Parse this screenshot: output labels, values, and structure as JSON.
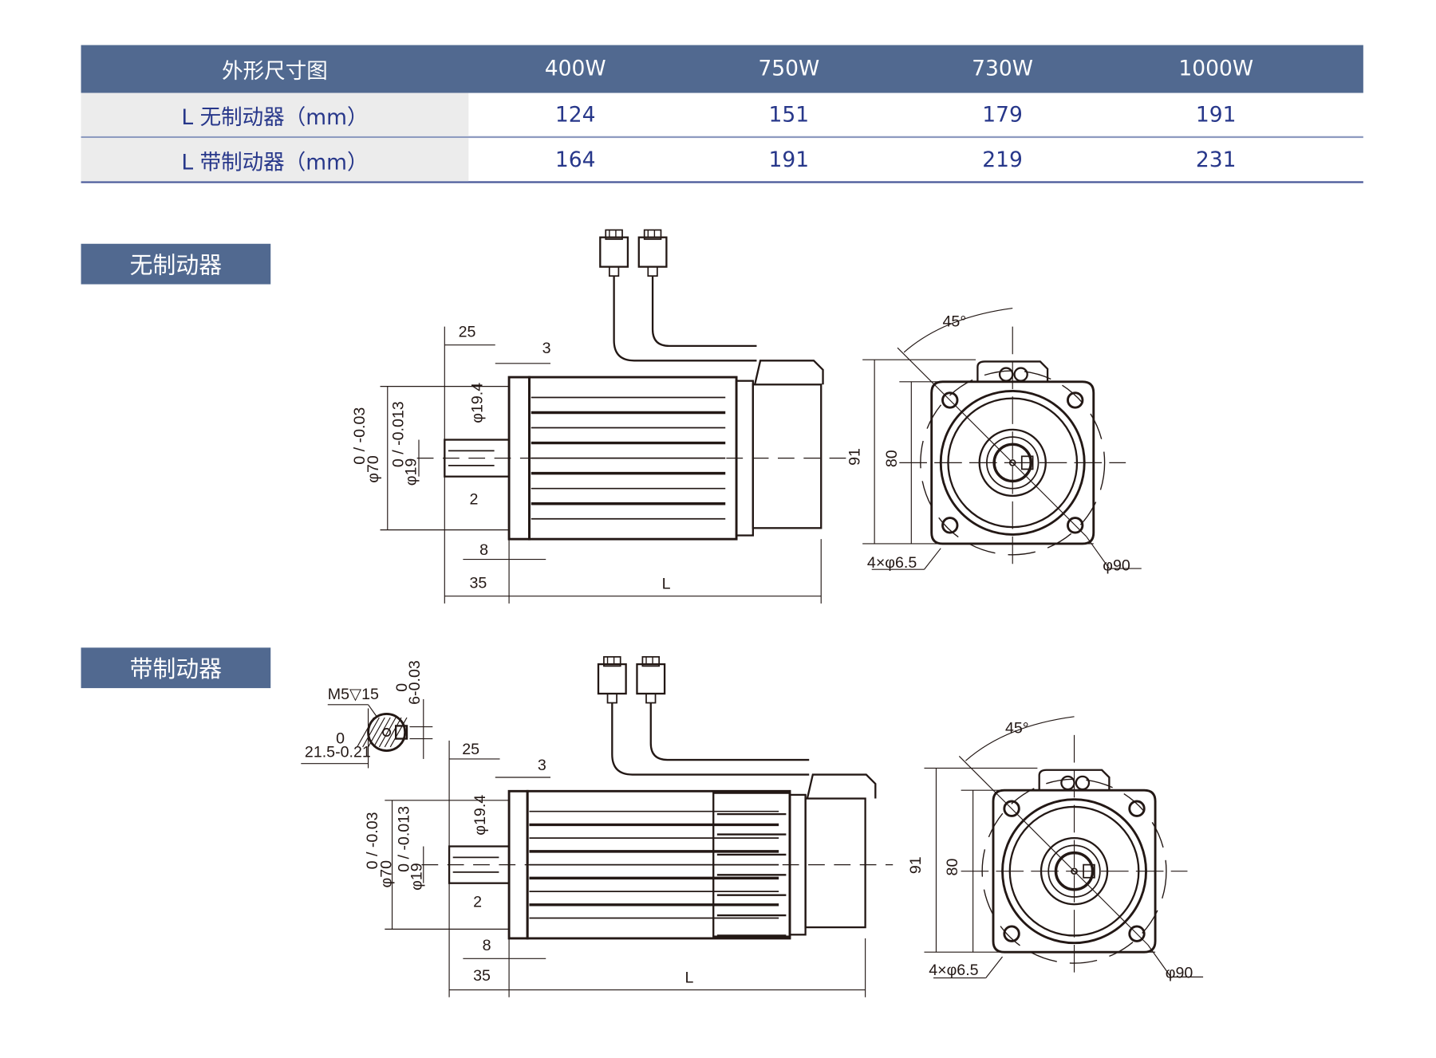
{
  "table": {
    "header": [
      "外形尺寸图",
      "400W",
      "750W",
      "730W",
      "1000W"
    ],
    "rows": [
      {
        "label": "L 无制动器（mm）",
        "values": [
          "124",
          "151",
          "179",
          "191"
        ]
      },
      {
        "label": "L 带制动器（mm）",
        "values": [
          "164",
          "191",
          "219",
          "231"
        ]
      }
    ]
  },
  "sections": {
    "no_brake": "无制动器",
    "with_brake": "带制动器"
  },
  "dims": {
    "d25": "25",
    "d3": "3",
    "d194": "φ19.4",
    "d70": "φ70",
    "d70tol": "0 / -0.03",
    "d19": "φ19",
    "d19tol": "0 / -0.013",
    "d2": "2",
    "d8": "8",
    "d35": "35",
    "L": "L",
    "d91": "91",
    "d80": "80",
    "angle": "45°",
    "holes": "4×φ6.5",
    "d90": "φ90",
    "m5": "M5▽15",
    "key_w": "6-0.03",
    "key_w_tol": "0",
    "key_h": "21.5-0.21",
    "key_h_tol": "0"
  },
  "colors": {
    "header_bg": "#516990",
    "text_blue": "#27378a",
    "label_bg": "#ececec",
    "line": "#231815"
  }
}
